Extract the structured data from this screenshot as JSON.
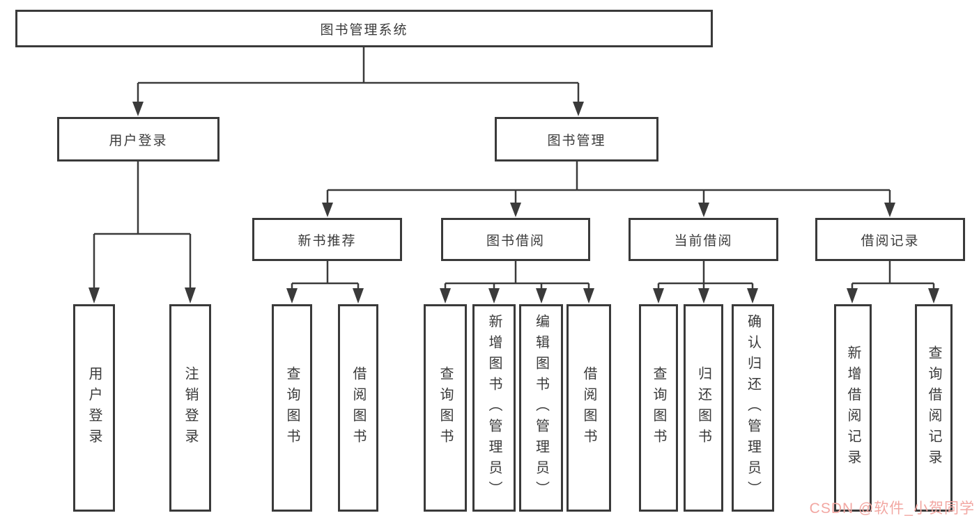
{
  "tree": {
    "root": {
      "label": "图书管理系统"
    },
    "branches": [
      {
        "label": "用户登录",
        "children": [
          {
            "label": "用户登录"
          },
          {
            "label": "注销登录"
          }
        ]
      },
      {
        "label": "图书管理",
        "children": [
          {
            "label": "新书推荐",
            "children": [
              {
                "label": "查询图书"
              },
              {
                "label": "借阅图书"
              }
            ]
          },
          {
            "label": "图书借阅",
            "children": [
              {
                "label": "查询图书"
              },
              {
                "label": "新增图书（管理员）"
              },
              {
                "label": "编辑图书（管理员）"
              },
              {
                "label": "借阅图书"
              }
            ]
          },
          {
            "label": "当前借阅",
            "children": [
              {
                "label": "查询图书"
              },
              {
                "label": "归还图书"
              },
              {
                "label": "确认归还（管理员）"
              }
            ]
          },
          {
            "label": "借阅记录",
            "children": [
              {
                "label": "新增借阅记录"
              },
              {
                "label": "查询借阅记录"
              }
            ]
          }
        ]
      }
    ]
  },
  "watermark": {
    "text": "CSDN @软件_小贺同学"
  },
  "colors": {
    "line": "#3a3a3a",
    "text": "#3a3a3a",
    "watermark": "#f2a7a2",
    "background": "#ffffff"
  }
}
